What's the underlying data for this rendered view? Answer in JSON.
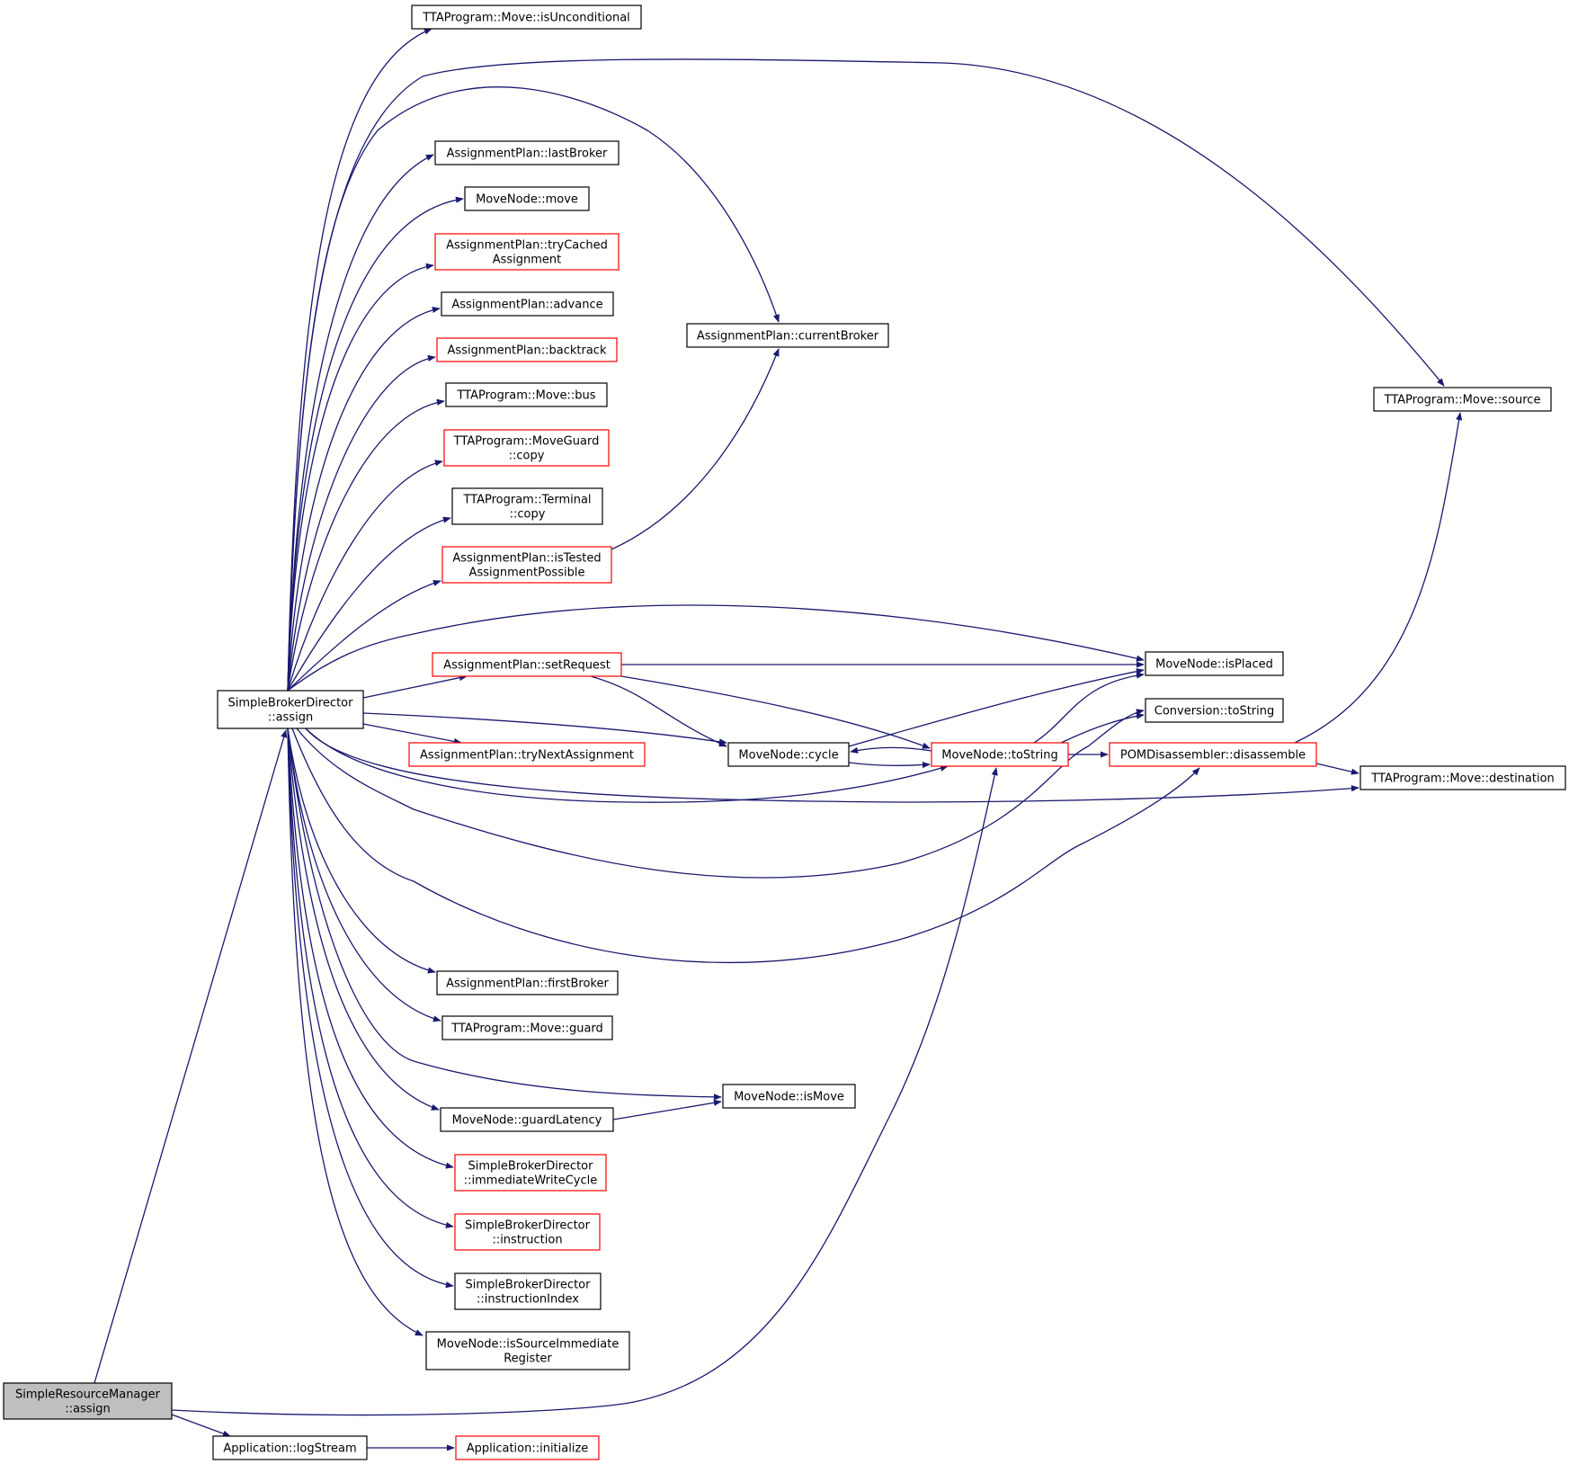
{
  "graph": {
    "colors": {
      "edge": "#191970",
      "normal_border": "#000000",
      "red_border": "#ff0000",
      "background": "#fffffe",
      "root_fill": "#bfbfbf"
    },
    "nodes": [
      {
        "id": "srm_assign",
        "lines": [
          "SimpleResourceManager",
          "::assign"
        ],
        "style": "root"
      },
      {
        "id": "sbd_assign",
        "lines": [
          "SimpleBrokerDirector",
          "::assign"
        ],
        "style": "normal"
      },
      {
        "id": "app_logstream",
        "lines": [
          "Application::logStream"
        ],
        "style": "normal"
      },
      {
        "id": "app_initialize",
        "lines": [
          "Application::initialize"
        ],
        "style": "red"
      },
      {
        "id": "move_isuncond",
        "lines": [
          "TTAProgram::Move::isUnconditional"
        ],
        "style": "normal"
      },
      {
        "id": "ap_lastbroker",
        "lines": [
          "AssignmentPlan::lastBroker"
        ],
        "style": "normal"
      },
      {
        "id": "mn_move",
        "lines": [
          "MoveNode::move"
        ],
        "style": "normal"
      },
      {
        "id": "ap_trycached",
        "lines": [
          "AssignmentPlan::tryCached",
          "Assignment"
        ],
        "style": "red"
      },
      {
        "id": "ap_advance",
        "lines": [
          "AssignmentPlan::advance"
        ],
        "style": "normal"
      },
      {
        "id": "ap_backtrack",
        "lines": [
          "AssignmentPlan::backtrack"
        ],
        "style": "red"
      },
      {
        "id": "move_bus",
        "lines": [
          "TTAProgram::Move::bus"
        ],
        "style": "normal"
      },
      {
        "id": "mg_copy",
        "lines": [
          "TTAProgram::MoveGuard",
          "::copy"
        ],
        "style": "red"
      },
      {
        "id": "term_copy",
        "lines": [
          "TTAProgram::Terminal",
          "::copy"
        ],
        "style": "normal"
      },
      {
        "id": "ap_istested",
        "lines": [
          "AssignmentPlan::isTested",
          "AssignmentPossible"
        ],
        "style": "red"
      },
      {
        "id": "ap_setrequest",
        "lines": [
          "AssignmentPlan::setRequest"
        ],
        "style": "red"
      },
      {
        "id": "ap_trynext",
        "lines": [
          "AssignmentPlan::tryNextAssignment"
        ],
        "style": "red"
      },
      {
        "id": "ap_firstbroker",
        "lines": [
          "AssignmentPlan::firstBroker"
        ],
        "style": "normal"
      },
      {
        "id": "move_guard",
        "lines": [
          "TTAProgram::Move::guard"
        ],
        "style": "normal"
      },
      {
        "id": "mn_guardlatency",
        "lines": [
          "MoveNode::guardLatency"
        ],
        "style": "normal"
      },
      {
        "id": "sbd_iwc",
        "lines": [
          "SimpleBrokerDirector",
          "::immediateWriteCycle"
        ],
        "style": "red"
      },
      {
        "id": "sbd_instruction",
        "lines": [
          "SimpleBrokerDirector",
          "::instruction"
        ],
        "style": "red"
      },
      {
        "id": "sbd_instrindex",
        "lines": [
          "SimpleBrokerDirector",
          "::instructionIndex"
        ],
        "style": "normal"
      },
      {
        "id": "mn_issrcimm",
        "lines": [
          "MoveNode::isSourceImmediate",
          "Register"
        ],
        "style": "normal"
      },
      {
        "id": "ap_currentbroker",
        "lines": [
          "AssignmentPlan::currentBroker"
        ],
        "style": "normal"
      },
      {
        "id": "mn_cycle",
        "lines": [
          "MoveNode::cycle"
        ],
        "style": "normal"
      },
      {
        "id": "mn_ismove",
        "lines": [
          "MoveNode::isMove"
        ],
        "style": "normal"
      },
      {
        "id": "mn_tostring",
        "lines": [
          "MoveNode::toString"
        ],
        "style": "red"
      },
      {
        "id": "mn_isplaced",
        "lines": [
          "MoveNode::isPlaced"
        ],
        "style": "normal"
      },
      {
        "id": "conv_tostring",
        "lines": [
          "Conversion::toString"
        ],
        "style": "normal"
      },
      {
        "id": "pom_disassemble",
        "lines": [
          "POMDisassembler::disassemble"
        ],
        "style": "red"
      },
      {
        "id": "move_source",
        "lines": [
          "TTAProgram::Move::source"
        ],
        "style": "normal"
      },
      {
        "id": "move_destination",
        "lines": [
          "TTAProgram::Move::destination"
        ],
        "style": "normal"
      }
    ],
    "edges": [
      {
        "from": "srm_assign",
        "to": "sbd_assign"
      },
      {
        "from": "srm_assign",
        "to": "mn_tostring"
      },
      {
        "from": "srm_assign",
        "to": "app_logstream"
      },
      {
        "from": "app_logstream",
        "to": "app_initialize"
      },
      {
        "from": "sbd_assign",
        "to": "move_isuncond"
      },
      {
        "from": "sbd_assign",
        "to": "move_source"
      },
      {
        "from": "sbd_assign",
        "to": "ap_currentbroker"
      },
      {
        "from": "sbd_assign",
        "to": "ap_lastbroker"
      },
      {
        "from": "sbd_assign",
        "to": "mn_move"
      },
      {
        "from": "sbd_assign",
        "to": "ap_trycached"
      },
      {
        "from": "sbd_assign",
        "to": "ap_advance"
      },
      {
        "from": "sbd_assign",
        "to": "ap_backtrack"
      },
      {
        "from": "sbd_assign",
        "to": "move_bus"
      },
      {
        "from": "sbd_assign",
        "to": "mg_copy"
      },
      {
        "from": "sbd_assign",
        "to": "term_copy"
      },
      {
        "from": "sbd_assign",
        "to": "ap_istested"
      },
      {
        "from": "sbd_assign",
        "to": "mn_isplaced"
      },
      {
        "from": "sbd_assign",
        "to": "ap_setrequest"
      },
      {
        "from": "sbd_assign",
        "to": "mn_cycle"
      },
      {
        "from": "sbd_assign",
        "to": "ap_trynext"
      },
      {
        "from": "sbd_assign",
        "to": "mn_tostring"
      },
      {
        "from": "sbd_assign",
        "to": "move_destination"
      },
      {
        "from": "sbd_assign",
        "to": "conv_tostring"
      },
      {
        "from": "sbd_assign",
        "to": "pom_disassemble"
      },
      {
        "from": "sbd_assign",
        "to": "ap_firstbroker"
      },
      {
        "from": "sbd_assign",
        "to": "move_guard"
      },
      {
        "from": "sbd_assign",
        "to": "mn_ismove"
      },
      {
        "from": "sbd_assign",
        "to": "mn_guardlatency"
      },
      {
        "from": "sbd_assign",
        "to": "sbd_iwc"
      },
      {
        "from": "sbd_assign",
        "to": "sbd_instruction"
      },
      {
        "from": "sbd_assign",
        "to": "sbd_instrindex"
      },
      {
        "from": "sbd_assign",
        "to": "mn_issrcimm"
      },
      {
        "from": "ap_istested",
        "to": "ap_currentbroker"
      },
      {
        "from": "ap_setrequest",
        "to": "mn_isplaced"
      },
      {
        "from": "ap_setrequest",
        "to": "mn_cycle"
      },
      {
        "from": "ap_setrequest",
        "to": "mn_tostring"
      },
      {
        "from": "mn_cycle",
        "to": "mn_isplaced"
      },
      {
        "from": "mn_cycle",
        "to": "mn_tostring"
      },
      {
        "from": "mn_tostring",
        "to": "mn_cycle"
      },
      {
        "from": "mn_tostring",
        "to": "mn_isplaced"
      },
      {
        "from": "mn_tostring",
        "to": "conv_tostring"
      },
      {
        "from": "mn_tostring",
        "to": "pom_disassemble"
      },
      {
        "from": "pom_disassemble",
        "to": "move_source"
      },
      {
        "from": "pom_disassemble",
        "to": "move_destination"
      },
      {
        "from": "mn_guardlatency",
        "to": "mn_ismove"
      }
    ]
  }
}
